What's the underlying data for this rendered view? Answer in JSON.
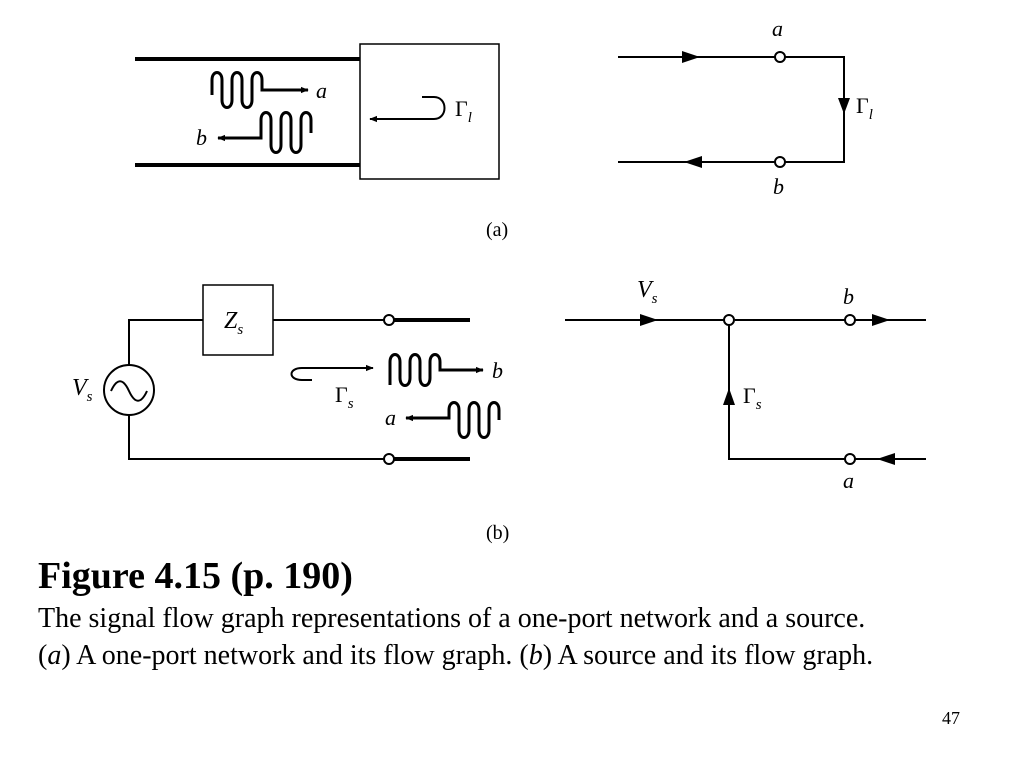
{
  "figure": {
    "title": "Figure 4.15  (p. 190)",
    "description": "The signal flow graph representations of a one-port network and a source.",
    "subcaption": {
      "paren_open_a": "(",
      "a_letter": "a",
      "a_text": ") A one-port network and its flow graph. (",
      "b_letter": "b",
      "b_text": ") A source and its flow graph."
    }
  },
  "panel_a": {
    "label": "(a)",
    "circuit": {
      "wave_in_label": "a",
      "wave_out_label": "b",
      "reflection_label": "Γ",
      "reflection_sub": "l"
    },
    "flow_graph": {
      "node_top_label": "a",
      "node_bottom_label": "b",
      "branch_label": "Γ",
      "branch_sub": "l"
    }
  },
  "panel_b": {
    "label": "(b)",
    "circuit": {
      "source_label": "V",
      "source_sub": "s",
      "impedance_label": "Z",
      "impedance_sub": "s",
      "wave_out_label": "b",
      "wave_in_label": "a",
      "reflection_label": "Γ",
      "reflection_sub": "s"
    },
    "flow_graph": {
      "input_label": "V",
      "input_sub": "s",
      "node_b_label": "b",
      "node_a_label": "a",
      "branch_label": "Γ",
      "branch_sub": "s"
    }
  },
  "page_number": "47"
}
